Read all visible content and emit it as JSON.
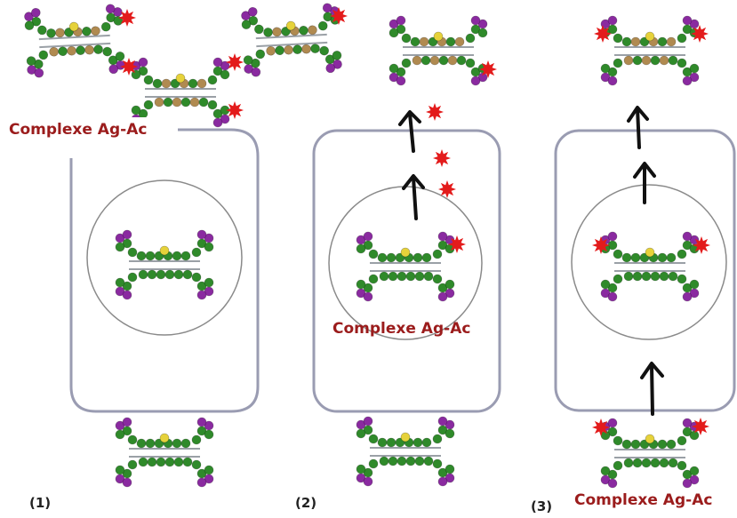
{
  "panels": [
    {
      "number": "(1)",
      "label": "Complexe Ag-Ac"
    },
    {
      "number": "(2)",
      "label": "Complexe Ag-Ac"
    },
    {
      "number": "(3)",
      "label": "Complexe Ag-Ac"
    }
  ],
  "colors": {
    "cell_membrane": "#9a9cb2",
    "nucleus_outline": "#8a8a8a",
    "label_text": "#9b1c1c",
    "star": "#e31b1b",
    "arrow": "#111111",
    "atom_green": "#2f8a2a",
    "atom_purple": "#8a2aa0",
    "atom_yellow": "#e6d23a",
    "atom_tan": "#b08a50"
  },
  "icons": {
    "antibody": "antibody-y-molecule",
    "antigen": "red-star-burst",
    "transport": "up-arrow"
  }
}
